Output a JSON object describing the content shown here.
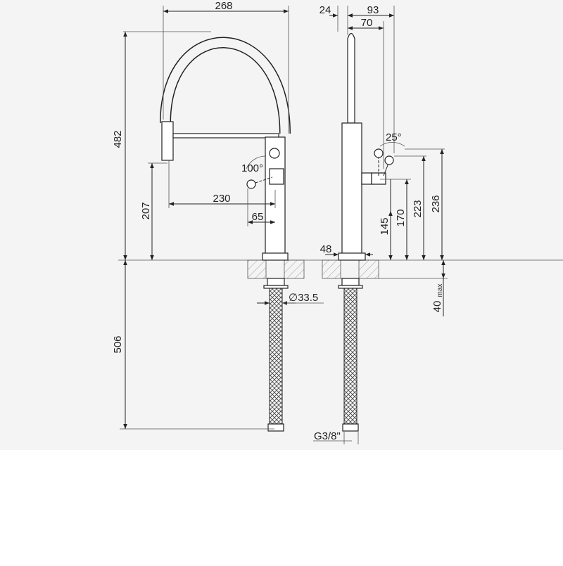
{
  "dimensions": {
    "width_total": "268",
    "height_total": "482",
    "spout_height": "207",
    "spout_reach": "230",
    "lever_offset": "65",
    "lever_rotation": "100°",
    "below_counter": "506",
    "hose_diameter": "∅33.5",
    "side_24": "24",
    "side_93": "93",
    "side_70": "70",
    "lever_tilt": "25°",
    "side_145": "145",
    "side_170": "170",
    "side_223": "223",
    "side_236": "236",
    "base_48": "48",
    "thickness_max": "40",
    "thickness_max_suffix": "max",
    "thread": "G3/8\""
  },
  "colors": {
    "line": "#222222",
    "background": "#ffffff",
    "panel": "#f4f4f4"
  }
}
